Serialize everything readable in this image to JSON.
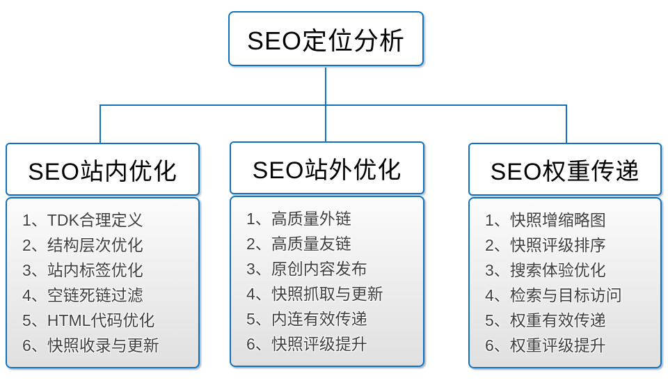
{
  "colors": {
    "accent_blue": "#0e72c0",
    "list_text_gray": "#3f3f3f",
    "title_text": "#000000",
    "list_gradient_top": "#fcfcfc",
    "list_gradient_bottom": "#e0e0e0"
  },
  "root": {
    "title": "SEO定位分析"
  },
  "branches": [
    {
      "title": "SEO站内优化",
      "items": [
        "1、TDK合理定义",
        "2、结构层次优化",
        "3、站内标签优化",
        "4、空链死链过滤",
        "5、HTML代码优化",
        "6、快照收录与更新"
      ]
    },
    {
      "title": "SEO站外优化",
      "items": [
        "1、高质量外链",
        "2、高质量友链",
        "3、原创内容发布",
        "4、快照抓取与更新",
        "5、内连有效传递",
        "6、快照评级提升"
      ]
    },
    {
      "title": "SEO权重传递",
      "items": [
        "1、快照增缩略图",
        "2、快照评级排序",
        "3、搜索体验优化",
        "4、检索与目标访问",
        "5、权重有效传递",
        "6、权重评级提升"
      ]
    }
  ]
}
